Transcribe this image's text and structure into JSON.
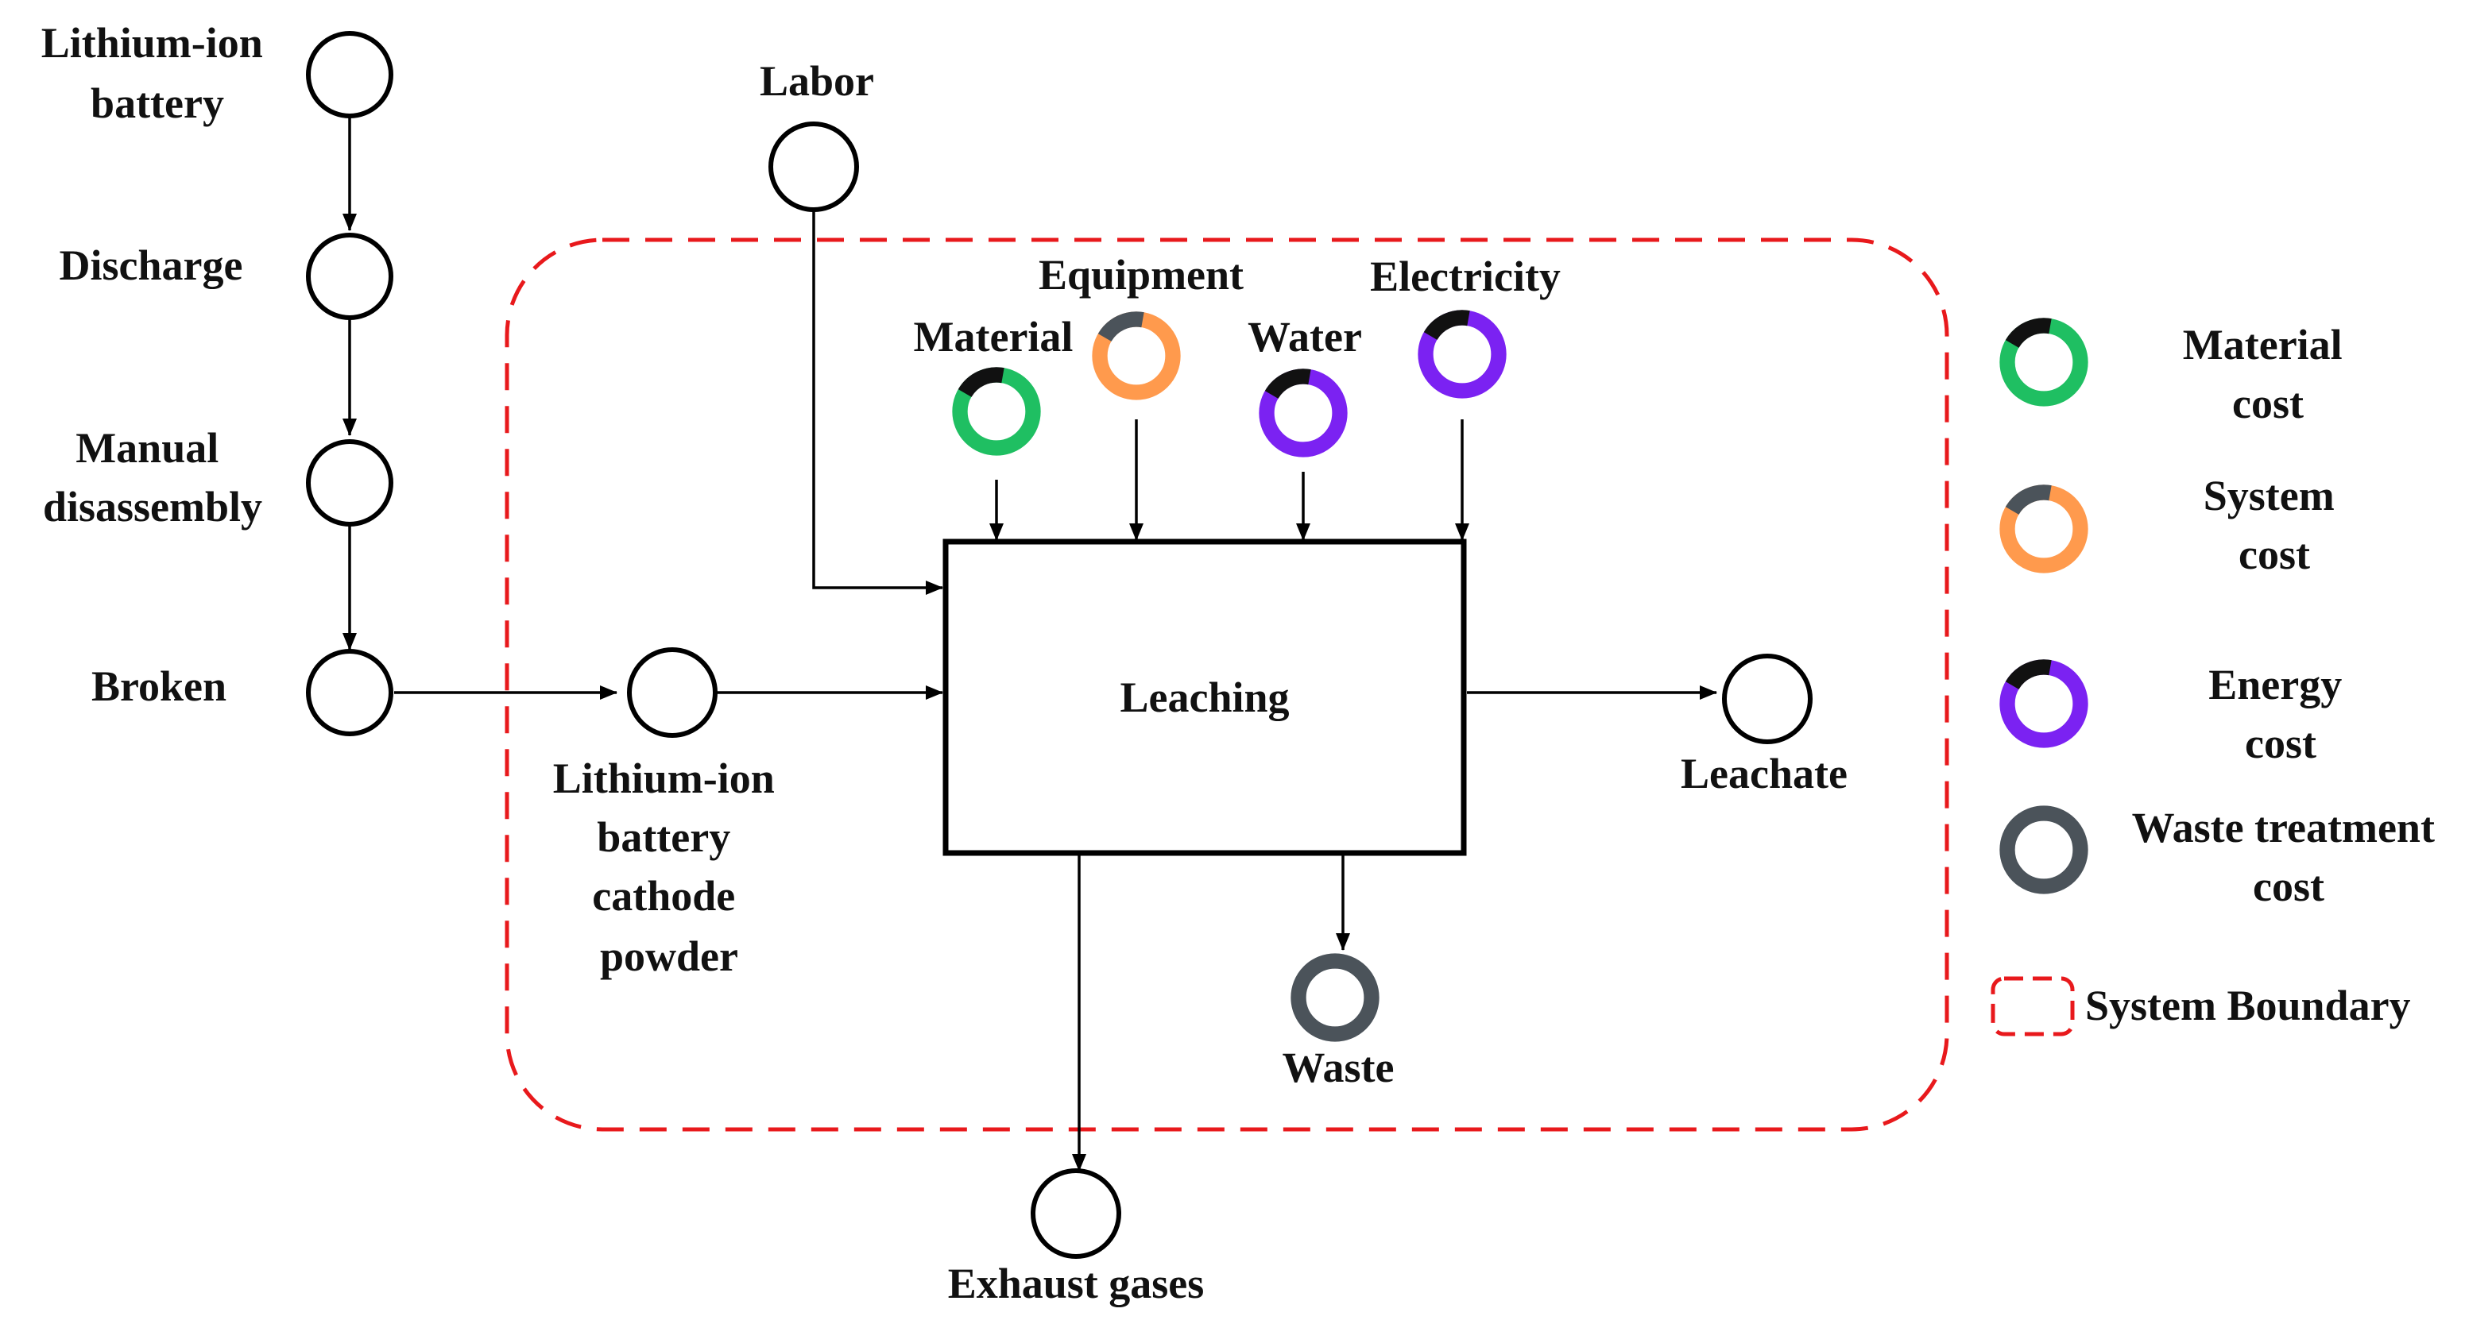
{
  "colors": {
    "material": "#1fbf62",
    "system": "#ff9a4d",
    "energy": "#7b22f2",
    "waste": "#4b535a",
    "boundary": "#e8191c",
    "cap_dark": "#111111"
  },
  "left_chain": {
    "lithium_ion_battery": [
      "Lithium-ion",
      "battery"
    ],
    "discharge": "Discharge",
    "manual_disassembly": [
      "Manual",
      "disassembly"
    ],
    "broken": "Broken"
  },
  "inputs": {
    "labor": "Labor",
    "material": "Material",
    "equipment": "Equipment",
    "water": "Water",
    "electricity": "Electricity",
    "cathode_powder": [
      "Lithium-ion",
      "battery",
      "cathode",
      "powder"
    ]
  },
  "process": {
    "label": "Leaching"
  },
  "outputs": {
    "leachate": "Leachate",
    "waste": "Waste",
    "exhaust_gases": "Exhaust gases"
  },
  "legend": {
    "material_cost": [
      "Material",
      "cost"
    ],
    "system_cost": [
      "System",
      "cost"
    ],
    "energy_cost": [
      "Energy",
      "cost"
    ],
    "waste_treatment_cost": [
      "Waste treatment",
      "cost"
    ],
    "system_boundary": "System Boundary"
  }
}
